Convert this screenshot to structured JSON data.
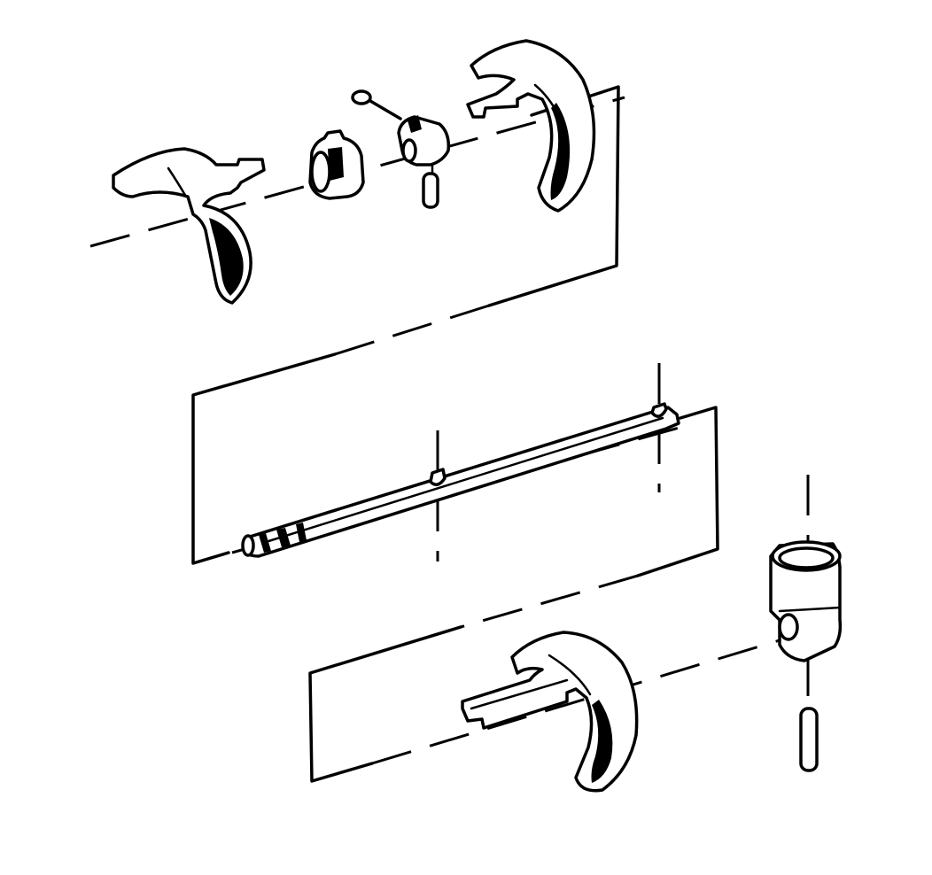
{
  "diagram": {
    "parts": [
      {
        "id": "upper-fork-left",
        "kind": "shift-fork"
      },
      {
        "id": "upper-synchro-sleeve",
        "kind": "sleeve"
      },
      {
        "id": "upper-shift-lug",
        "kind": "shift-lug"
      },
      {
        "id": "upper-ring-pin",
        "kind": "roll-pin"
      },
      {
        "id": "upper-fork-right",
        "kind": "shift-fork"
      },
      {
        "id": "shift-rail",
        "kind": "rail"
      },
      {
        "id": "lower-fork",
        "kind": "shift-fork"
      },
      {
        "id": "lower-shift-block",
        "kind": "shift-block"
      },
      {
        "id": "lower-roll-pin",
        "kind": "roll-pin"
      }
    ],
    "colors": {
      "ink": "#000000",
      "paper": "#ffffff"
    }
  }
}
